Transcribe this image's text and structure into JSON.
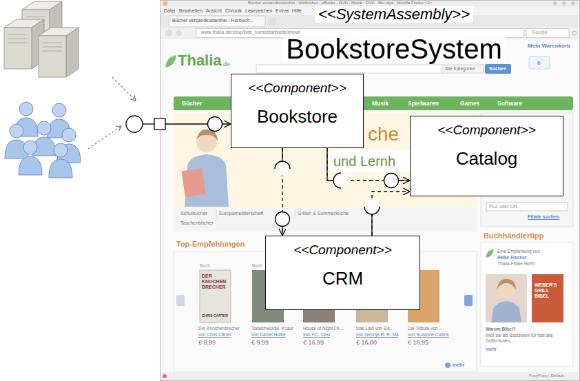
{
  "diagram": {
    "nodes": [
      {
        "text": [
          "<<SystemAssembly>>",
          "BookstoreSystem"
        ]
      },
      {
        "text": [
          "<<Component>>",
          "Bookstore"
        ],
        "in": 0
      },
      {
        "text": [
          "<<Component>>",
          "Catalog"
        ],
        "in": 0
      },
      {
        "text": [
          "<<Component>>",
          "CRM"
        ],
        "in": 0
      }
    ],
    "edges": [
      {
        "from": 0,
        "to": 1,
        "arrow": "to"
      },
      {
        "from": 1,
        "to": 2,
        "arrow": "to"
      },
      {
        "from": 1,
        "to": 3,
        "arrow": "to"
      },
      {
        "from": 3,
        "to": 2,
        "arrow": "to"
      }
    ],
    "labels": [
      "Bücher versandkostenfrei - Hörbücher - eBooks - DVD - Musik - DVD - Blu-rays - Mozilla Firefox <2>",
      "Datei",
      "Bearbeiten",
      "Ansicht",
      "Chronik",
      "Lesezeichen",
      "Extras",
      "Hilfe",
      "Bücher versandkostenfrei - Hörbüch...",
      "www.thalia.de/shop/bde_homestartseite/show/",
      "Google",
      "Thalia",
      "de",
      "Alle Kategorien",
      "Suchen",
      "Mein Warenkorb",
      "0",
      "Bücher",
      "Musik",
      "Spielwaren",
      "Games",
      "Software",
      "che",
      "und Lernh",
      "PLZ oder Ort",
      "Filiale suchen",
      "Schulbücher",
      "Europameisterschaft",
      "Grillen & Sommerküche",
      "Taschenbücher",
      "Top-Empfehlungen",
      "Buch",
      "Buch",
      "DER KNOCHEN BRECHER",
      "CHRIS CARTER",
      "Der Knochenbrecher",
      "von Chris Carter",
      "€ 9,99",
      "Todesmelodie. Knaur",
      "von Daniel Holbe",
      "€ 9,99",
      "House of Night 09....",
      "von P.C. Cast",
      "€ 16,99",
      "Das Lied von Eis...",
      "von George R. R. Ma",
      "€ 16,00",
      "Die Tribute von...",
      "von Suzanne Collins",
      "€ 18,95",
      "mehr",
      "Buchhändlertipp",
      "Eine Empfehlung von",
      "Heike Fischer",
      "Thalia-Filiale Hürth",
      "WEBER'S GRILL BIBEL",
      "Warum Bibel?",
      "Weil sie als Basiswerk für fast alle Griller/innen....",
      "mehr",
      "FoxyProxy: Default"
    ]
  }
}
